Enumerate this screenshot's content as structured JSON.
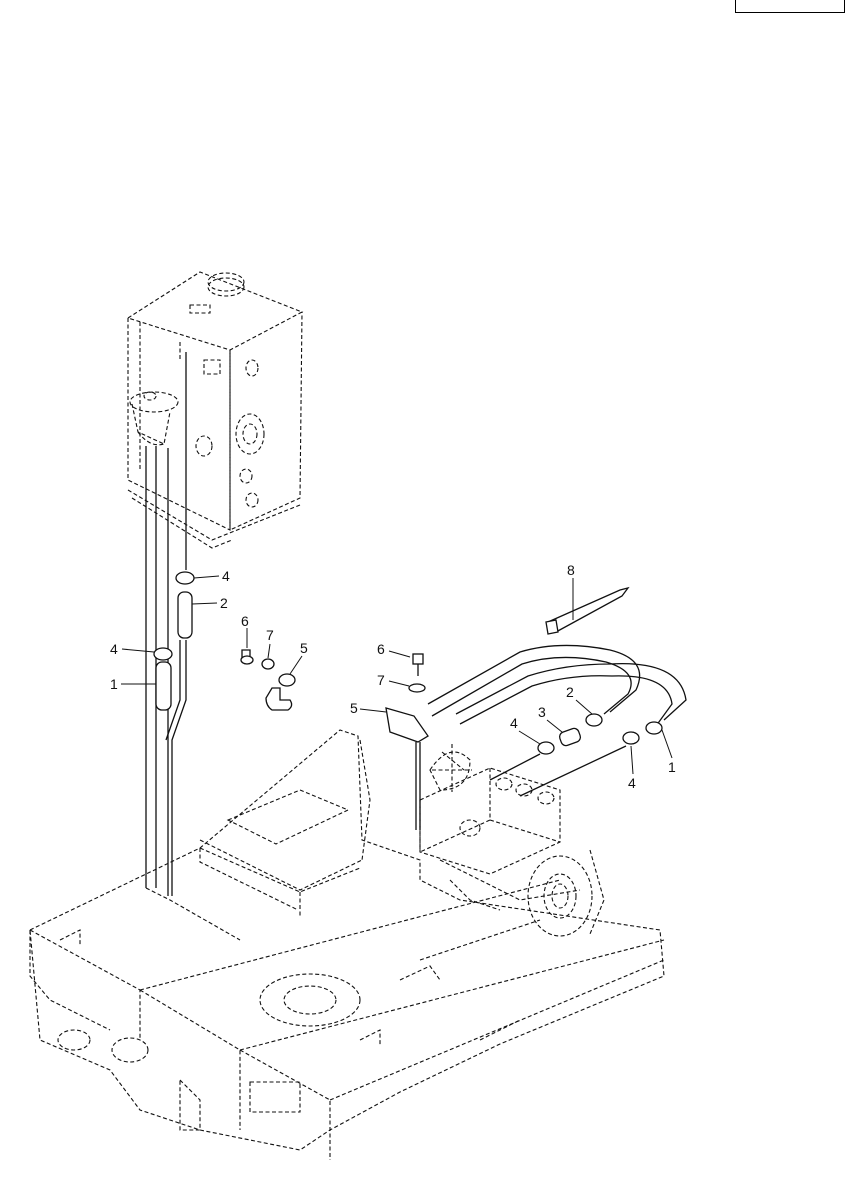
{
  "callouts": [
    {
      "id": "c8",
      "text": "8"
    },
    {
      "id": "c4a",
      "text": "4"
    },
    {
      "id": "c2a",
      "text": "2"
    },
    {
      "id": "c6a",
      "text": "6"
    },
    {
      "id": "c7a",
      "text": "7"
    },
    {
      "id": "c5a",
      "text": "5"
    },
    {
      "id": "c4b",
      "text": "4"
    },
    {
      "id": "c1a",
      "text": "1"
    },
    {
      "id": "c6b",
      "text": "6"
    },
    {
      "id": "c7b",
      "text": "7"
    },
    {
      "id": "c5b",
      "text": "5"
    },
    {
      "id": "c2b",
      "text": "2"
    },
    {
      "id": "c3",
      "text": "3"
    },
    {
      "id": "c4c",
      "text": "4"
    },
    {
      "id": "c1b",
      "text": "1"
    },
    {
      "id": "c4d",
      "text": "4"
    }
  ]
}
